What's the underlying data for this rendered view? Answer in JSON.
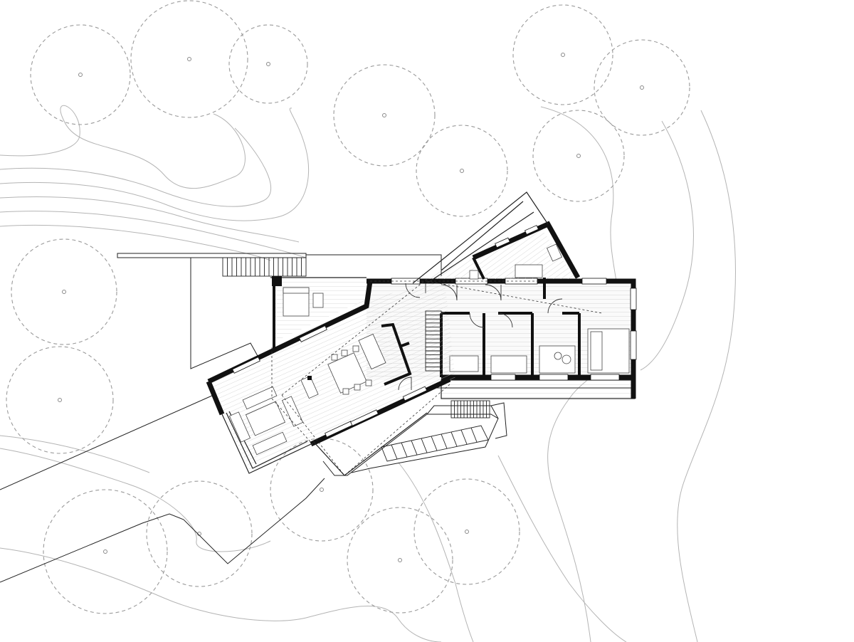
{
  "drawing": {
    "type": "architectural site floor plan",
    "style": "black line drawing on white",
    "elements": {
      "trees": 16,
      "contour_lines": 12,
      "building_wings": 3,
      "stairs": 3
    }
  },
  "colors": {
    "background": "#ffffff",
    "wall": "#111111",
    "tree_canopy": "#9a9a9a",
    "contour": "#b4b4b4"
  }
}
